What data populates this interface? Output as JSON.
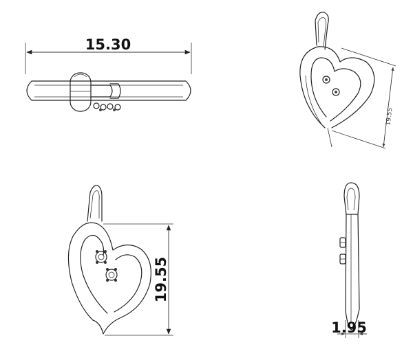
{
  "dimensions": {
    "width": "15.30",
    "height": "19.55",
    "height_iso": "19.55",
    "thickness": "1.95"
  }
}
